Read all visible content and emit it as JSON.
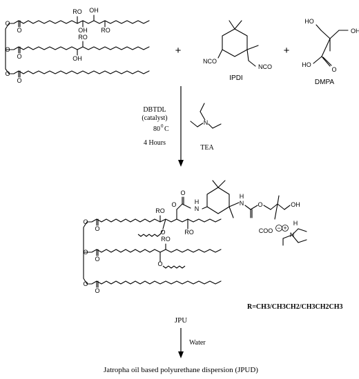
{
  "atoms": {
    "O": "O",
    "RO": "RO",
    "OH": "OH",
    "NCO": "NCO",
    "OCN": "NCO",
    "HO": "HO",
    "H": "H",
    "N": "N",
    "NH": "N",
    "COO": "COO",
    "N_plus": "N"
  },
  "charges": {
    "minus": "−",
    "plus": "+"
  },
  "reactants": {
    "plus_1": "+",
    "plus_2": "+",
    "ipdi_label": "IPDI",
    "dmpa_label": "DMPA"
  },
  "conditions": {
    "catalyst_line1": "DBTDL",
    "catalyst_line2": "(catalyst)",
    "temperature_value": "80",
    "temperature_sup": "0",
    "temperature_unit": "C",
    "time": "4 Hours",
    "base_label": "TEA"
  },
  "product": {
    "r_def": "R=CH3/CH3CH2/CH3CH2CH3",
    "jpu_label": "JPU"
  },
  "final": {
    "reagent": "Water",
    "product_name": "Jatropha oil based polyurethane dispersion (JPUD)"
  }
}
